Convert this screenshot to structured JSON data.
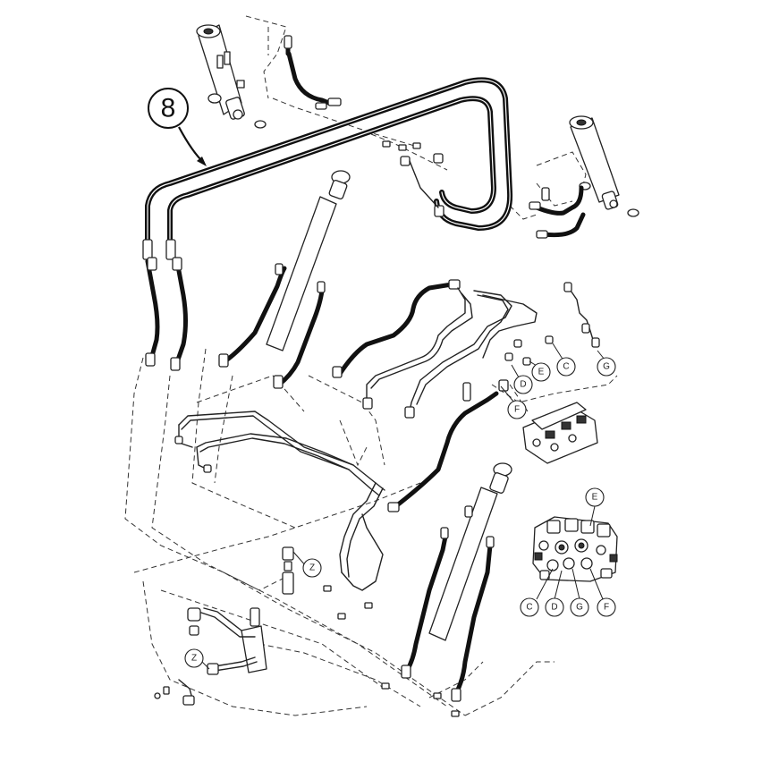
{
  "diagram": {
    "main_callout": "8",
    "valve_port_labels": [
      "D",
      "E",
      "C",
      "G",
      "F"
    ],
    "valve_detail_labels": [
      "E",
      "C",
      "D",
      "G",
      "F"
    ],
    "clamp_labels": [
      "Z",
      "Z"
    ]
  }
}
